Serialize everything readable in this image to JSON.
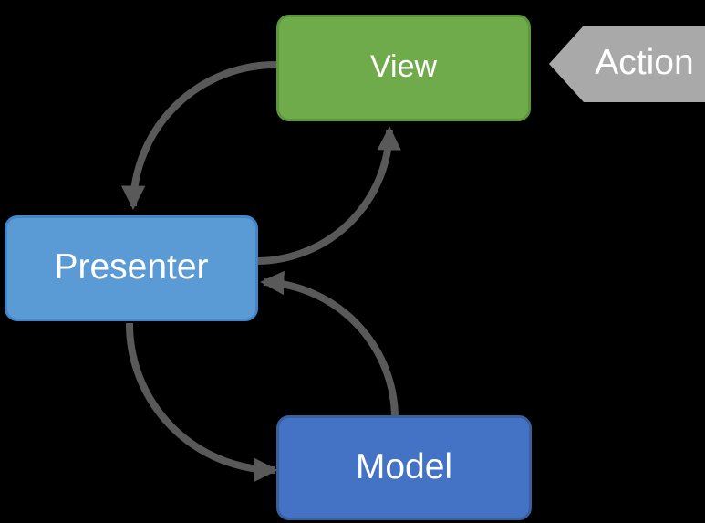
{
  "diagram": {
    "nodes": {
      "view": {
        "label": "View"
      },
      "presenter": {
        "label": "Presenter"
      },
      "model": {
        "label": "Model"
      }
    },
    "action": {
      "label": "Action"
    },
    "relations": [
      "Action -> View",
      "View -> Presenter",
      "Presenter -> View",
      "Presenter -> Model",
      "Model -> Presenter"
    ]
  },
  "palette": {
    "background": "#000000",
    "view_fill": "#6FAA4B",
    "view_border": "#5C9839",
    "presenter_fill": "#5B9BD5",
    "presenter_border": "#4485C7",
    "model_fill": "#4472C4",
    "model_border": "#38609F",
    "action_fill": "#A9A9A9",
    "arrow_color": "#595959",
    "text_color": "#FFFFFF"
  }
}
